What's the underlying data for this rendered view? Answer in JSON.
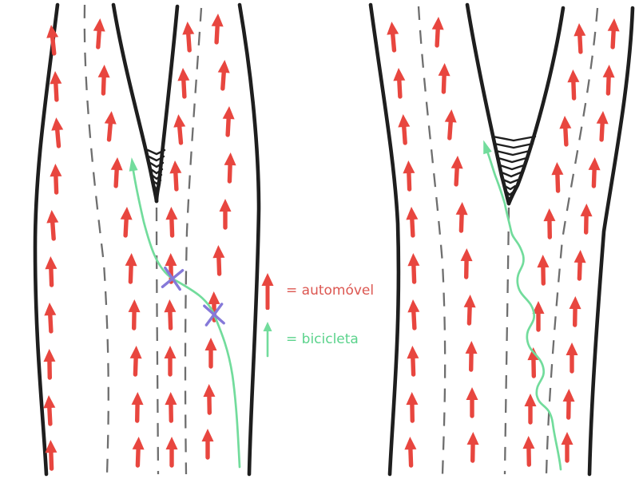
{
  "legend": {
    "car_label": "= automóvel",
    "bike_label": "= bicicleta"
  },
  "colors": {
    "background": "#ffffff",
    "road_edge": "#1e1e1e",
    "lane_dash": "#6e6e6e",
    "car_arrow": "#e8463f",
    "car_text": "#dc5751",
    "bike_line": "#72dc9c",
    "bike_text": "#5bd38c",
    "conflict_mark": "#8579d9"
  },
  "flow": {
    "left_diagram_car_arrows": [
      [
        66,
        50,
        -6
      ],
      [
        70,
        108,
        -3
      ],
      [
        72,
        166,
        -5
      ],
      [
        70,
        224,
        -2
      ],
      [
        66,
        282,
        -4
      ],
      [
        64,
        340,
        -2
      ],
      [
        63,
        398,
        -3
      ],
      [
        62,
        456,
        -1
      ],
      [
        62,
        514,
        -3
      ],
      [
        64,
        570,
        -2
      ],
      [
        124,
        42,
        4
      ],
      [
        130,
        100,
        2
      ],
      [
        138,
        158,
        5
      ],
      [
        146,
        216,
        3
      ],
      [
        158,
        278,
        3
      ],
      [
        164,
        336,
        2
      ],
      [
        168,
        394,
        1
      ],
      [
        170,
        452,
        2
      ],
      [
        172,
        510,
        1
      ],
      [
        173,
        566,
        2
      ],
      [
        236,
        46,
        -4
      ],
      [
        230,
        104,
        -3
      ],
      [
        225,
        162,
        -5
      ],
      [
        220,
        220,
        -3
      ],
      [
        215,
        278,
        -2
      ],
      [
        214,
        336,
        -1
      ],
      [
        213,
        394,
        -2
      ],
      [
        213,
        452,
        0
      ],
      [
        214,
        510,
        -1
      ],
      [
        215,
        566,
        0
      ],
      [
        272,
        36,
        3
      ],
      [
        280,
        94,
        4
      ],
      [
        286,
        152,
        3
      ],
      [
        288,
        210,
        2
      ],
      [
        282,
        268,
        0
      ],
      [
        274,
        326,
        -2
      ],
      [
        268,
        384,
        -1
      ],
      [
        264,
        442,
        0
      ],
      [
        262,
        500,
        -1
      ],
      [
        260,
        556,
        0
      ]
    ],
    "right_diagram_car_arrows": [
      [
        492,
        46,
        -5
      ],
      [
        500,
        104,
        -3
      ],
      [
        506,
        162,
        -4
      ],
      [
        512,
        220,
        -2
      ],
      [
        516,
        278,
        -3
      ],
      [
        518,
        336,
        -2
      ],
      [
        518,
        394,
        -3
      ],
      [
        517,
        452,
        -2
      ],
      [
        516,
        510,
        -1
      ],
      [
        514,
        566,
        -2
      ],
      [
        548,
        40,
        3
      ],
      [
        556,
        98,
        2
      ],
      [
        564,
        156,
        4
      ],
      [
        572,
        214,
        3
      ],
      [
        578,
        272,
        2
      ],
      [
        584,
        330,
        1
      ],
      [
        588,
        388,
        2
      ],
      [
        590,
        446,
        1
      ],
      [
        591,
        504,
        0
      ],
      [
        592,
        560,
        1
      ],
      [
        726,
        48,
        -3
      ],
      [
        718,
        106,
        -2
      ],
      [
        708,
        164,
        -3
      ],
      [
        698,
        222,
        -2
      ],
      [
        688,
        280,
        -1
      ],
      [
        680,
        338,
        -1
      ],
      [
        674,
        396,
        0
      ],
      [
        668,
        454,
        -1
      ],
      [
        664,
        512,
        0
      ],
      [
        662,
        565,
        -1
      ],
      [
        768,
        42,
        3
      ],
      [
        762,
        100,
        2
      ],
      [
        754,
        158,
        3
      ],
      [
        744,
        216,
        2
      ],
      [
        734,
        274,
        1
      ],
      [
        726,
        332,
        2
      ],
      [
        720,
        390,
        1
      ],
      [
        716,
        448,
        0
      ],
      [
        712,
        506,
        1
      ],
      [
        710,
        560,
        0
      ]
    ],
    "left_diagram_conflicts": [
      [
        216,
        349,
        8
      ],
      [
        268,
        394,
        -6
      ]
    ]
  }
}
